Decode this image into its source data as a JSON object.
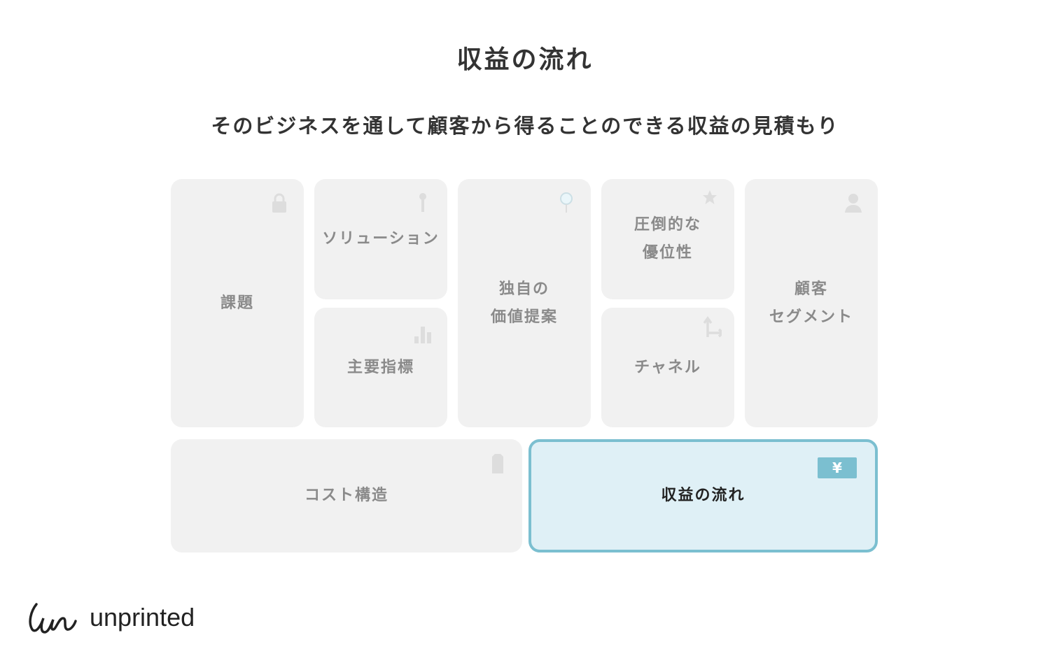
{
  "page": {
    "title": "収益の流れ",
    "subtitle": "そのビジネスを通して顧客から得ることのできる収益の見積もり"
  },
  "canvas": {
    "problem": {
      "label": "課題",
      "icon": "lock-icon"
    },
    "solution": {
      "label": "ソリューション",
      "icon": "key-icon"
    },
    "key_metrics": {
      "label": "主要指標",
      "icon": "bar-chart-icon"
    },
    "uvp": {
      "label": "独自の\n価値提案",
      "icon": "magnifier-icon"
    },
    "unfair_advantage": {
      "label": "圧倒的な\n優位性",
      "icon": "star-icon"
    },
    "channels": {
      "label": "チャネル",
      "icon": "arrow-icon"
    },
    "customer_segments": {
      "label": "顧客\nセグメント",
      "icon": "person-icon"
    },
    "cost_structure": {
      "label": "コスト構造",
      "icon": "tag-icon"
    },
    "revenue_streams": {
      "label": "収益の流れ",
      "icon": "yen-icon",
      "icon_text": "¥"
    }
  },
  "logo": {
    "text": "unprinted"
  },
  "colors": {
    "accent": "#7bbfd0",
    "active_bg": "#dff0f6",
    "cell_bg": "#f1f1f1"
  }
}
